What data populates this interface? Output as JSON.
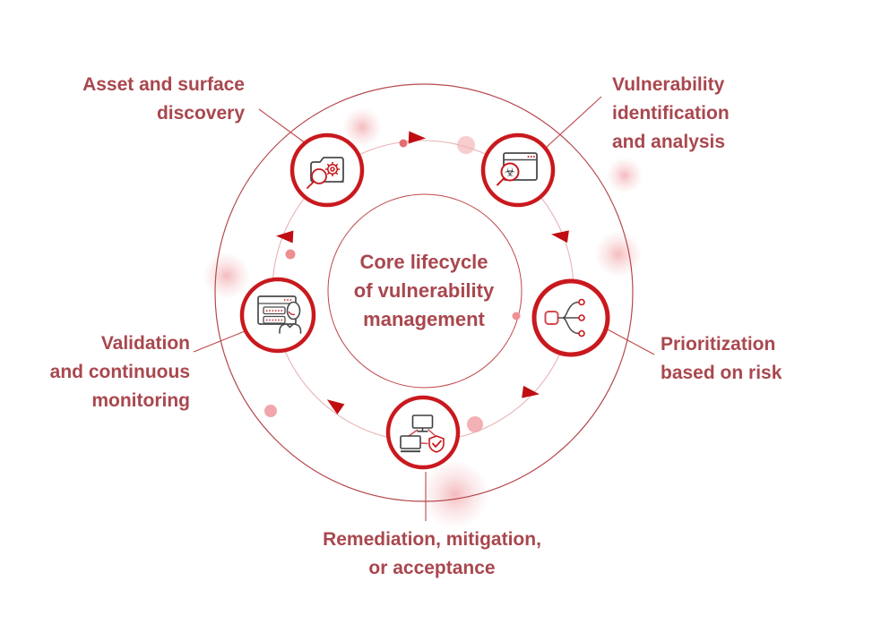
{
  "diagram": {
    "title": {
      "lines": [
        "Core lifecycle",
        "of vulnerability",
        "management"
      ]
    },
    "stages": [
      {
        "name": "asset-and-surface-discovery",
        "lines": [
          "Asset and surface",
          "discovery"
        ],
        "icon": "folder-gear-search-icon"
      },
      {
        "name": "vulnerability-identification-and-analysis",
        "lines": [
          "Vulnerability",
          "identification",
          "and analysis"
        ],
        "icon": "browser-biohazard-search-icon"
      },
      {
        "name": "prioritization-based-on-risk",
        "lines": [
          "Prioritization",
          "based on risk"
        ],
        "icon": "risk-branching-icon"
      },
      {
        "name": "remediation-mitigation-or-acceptance",
        "lines": [
          "Remediation, mitigation,",
          "or acceptance"
        ],
        "icon": "devices-shield-check-icon"
      },
      {
        "name": "validation-and-continuous-monitoring",
        "lines": [
          "Validation",
          "and continuous",
          "monitoring"
        ],
        "icon": "report-and-user-icon"
      }
    ]
  },
  "colors": {
    "label_text": "#A9474E",
    "node_ring": "#C9191E",
    "outer_circle": "#B5494F",
    "inner_circle": "#C0464B",
    "path_circle": "#E7B2B5",
    "arrow": "#C00D12",
    "accent_dot": "#EE8E92",
    "background": "#FFFFFF"
  }
}
